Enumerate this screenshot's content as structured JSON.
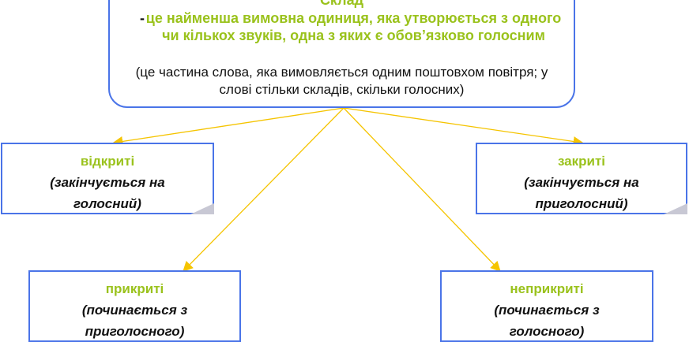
{
  "root": {
    "title": "Склад",
    "dash": "-",
    "definition": "це найменша вимовна одиниця, яка утворюється з одного чи  кількох звуків, одна з яких є обов’язково голосним",
    "note": "(це частина слова, яка вимовляється одним поштовхом повітря; у слові стільки складів, скільки голосних)"
  },
  "branches": [
    {
      "label": "відкриті",
      "desc": "(закінчується  на голосний)"
    },
    {
      "label": "закриті",
      "desc": "(закінчується  на приголосний)"
    },
    {
      "label": "прикриті",
      "desc": "(починається з приголосного)"
    },
    {
      "label": "неприкриті",
      "desc": "(починається з голосного)"
    }
  ],
  "colors": {
    "border": "#4a74e8",
    "accent": "#9ac21c",
    "arrow": "#f5c400"
  }
}
